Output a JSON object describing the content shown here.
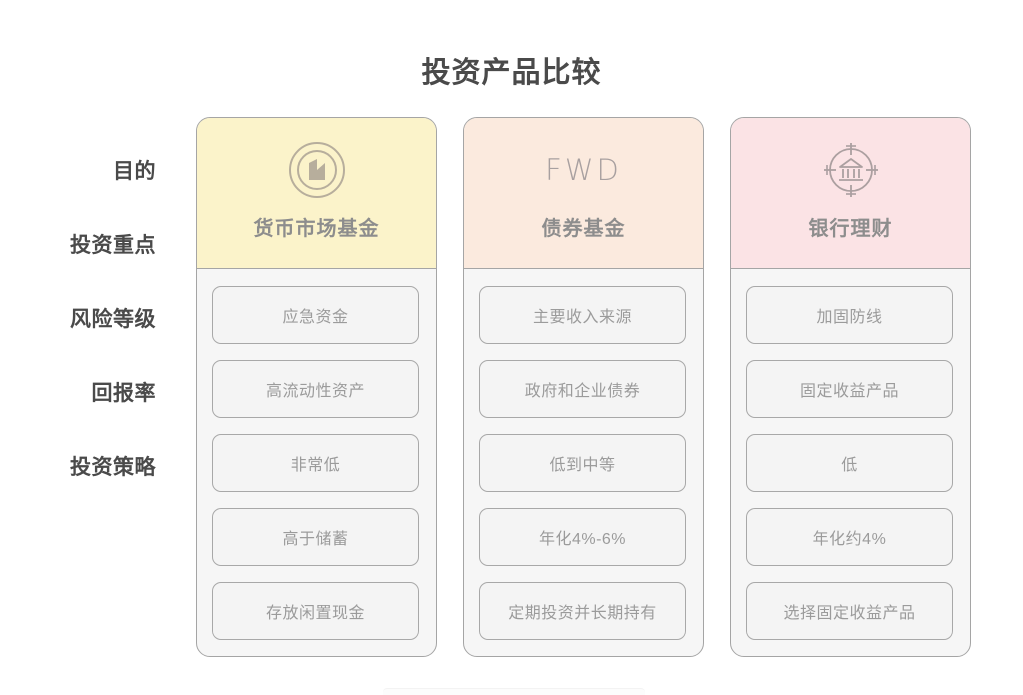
{
  "page": {
    "title": "投资产品比较",
    "background": "#ffffff",
    "title_color": "#4a4a4a"
  },
  "row_labels": [
    {
      "label": "目的"
    },
    {
      "label": "投资重点"
    },
    {
      "label": "风险等级"
    },
    {
      "label": "回报率"
    },
    {
      "label": "投资策略"
    }
  ],
  "columns": [
    {
      "name": "货币市场基金",
      "brand_icon": "circle-m-monogram-icon",
      "brand_text": "",
      "header_color": "#fbf3ca",
      "cells": [
        "应急资金",
        "高流动性资产",
        "非常低",
        "高于储蓄",
        "存放闲置现金"
      ]
    },
    {
      "name": "债券基金",
      "brand_icon": "fwd-wordmark",
      "brand_text": "FWD",
      "header_color": "#fbeade",
      "cells": [
        "主要收入来源",
        "政府和企业债券",
        "低到中等",
        "年化4%-6%",
        "定期投资并长期持有"
      ]
    },
    {
      "name": "银行理财",
      "brand_icon": "bank-crosshair-icon",
      "brand_text": "",
      "header_color": "#fbe3e5",
      "cells": [
        "加固防线",
        "固定收益产品",
        "低",
        "年化约4%",
        "选择固定收益产品"
      ]
    }
  ],
  "style": {
    "panel_border": "#a5a5a5",
    "panel_body_bg": "#f6f6f6",
    "cell_bg": "#f4f4f4",
    "cell_border": "#a8a8a8",
    "cell_text": "#9b9b9b",
    "label_text": "#4a4a4a",
    "icon_color": "#a8a0a0"
  }
}
